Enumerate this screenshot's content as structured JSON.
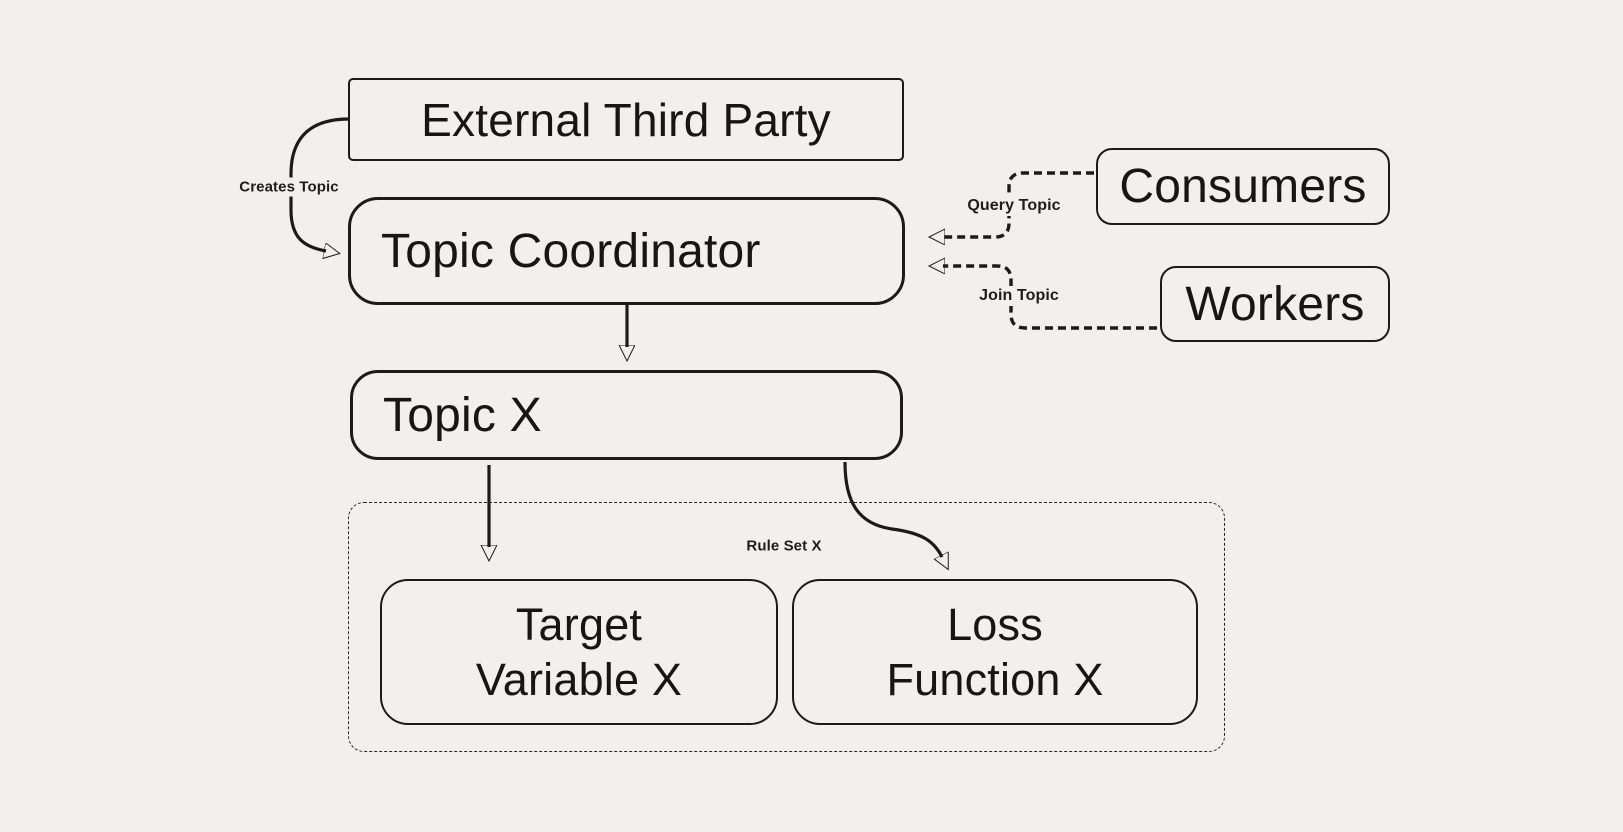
{
  "canvas": {
    "background_color": "#f1f0ee",
    "ink_color": "#1b1b1b"
  },
  "nodes": {
    "external_third_party": {
      "label": "External Third Party",
      "shape": "rectangle-thin-border"
    },
    "topic_coordinator": {
      "label": "Topic Coordinator",
      "shape": "rounded-rectangle-thick-border"
    },
    "consumers": {
      "label": "Consumers",
      "shape": "rounded-rectangle"
    },
    "workers": {
      "label": "Workers",
      "shape": "rounded-rectangle"
    },
    "topic_x": {
      "label": "Topic X",
      "shape": "rounded-rectangle-thick-border"
    },
    "rule_set_container": {
      "label": "Rule Set X",
      "shape": "dashed-rounded-container",
      "contains": [
        "target_variable",
        "loss_function"
      ]
    },
    "target_variable": {
      "line1": "Target",
      "line2": "Variable X",
      "shape": "rounded-rectangle"
    },
    "loss_function": {
      "line1": "Loss",
      "line2": "Function X",
      "shape": "rounded-rectangle"
    }
  },
  "edges": {
    "creates_topic": {
      "from": "external_third_party",
      "to": "topic_coordinator",
      "label": "Creates Topic",
      "style": "solid-curved"
    },
    "query_topic": {
      "from": "consumers",
      "to": "topic_coordinator",
      "label": "Query Topic",
      "style": "dashed"
    },
    "join_topic": {
      "from": "workers",
      "to": "topic_coordinator",
      "label": "Join Topic",
      "style": "dashed"
    },
    "coordinator_to_topic": {
      "from": "topic_coordinator",
      "to": "topic_x",
      "label": "",
      "style": "solid"
    },
    "topic_to_target": {
      "from": "topic_x",
      "to": "target_variable",
      "label": "",
      "style": "solid"
    },
    "topic_to_loss": {
      "from": "topic_x",
      "to": "loss_function",
      "label": "",
      "style": "solid-curved"
    }
  }
}
